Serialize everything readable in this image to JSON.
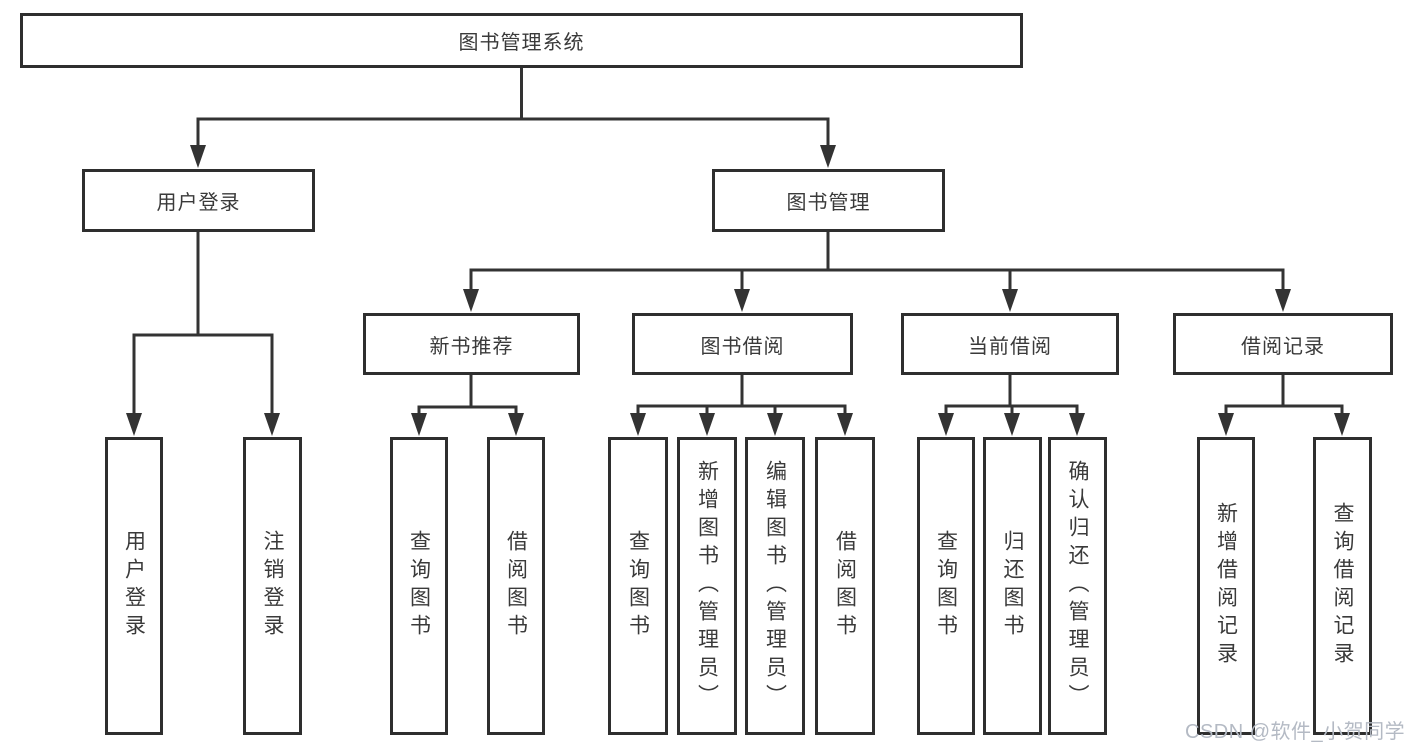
{
  "colors": {
    "line": "#333333",
    "border": "#2e2e2e",
    "text": "#3a3a3a",
    "watermark": "#b4bac4",
    "background": "#ffffff"
  },
  "diagram": {
    "root": {
      "label": "图书管理系统"
    },
    "level1": {
      "user_login": {
        "label": "用户登录"
      },
      "book_mgmt": {
        "label": "图书管理"
      }
    },
    "level2": {
      "new_book": {
        "label": "新书推荐"
      },
      "book_borrow": {
        "label": "图书借阅"
      },
      "current_borrow": {
        "label": "当前借阅"
      },
      "borrow_record": {
        "label": "借阅记录"
      }
    },
    "leaves": {
      "user_login_1": {
        "label": "用户登录"
      },
      "user_login_2": {
        "label": "注销登录"
      },
      "new_book_1": {
        "label": "查询图书"
      },
      "new_book_2": {
        "label": "借阅图书"
      },
      "book_borrow_1": {
        "label": "查询图书"
      },
      "book_borrow_2": {
        "label": "新增图书（管理员）"
      },
      "book_borrow_3": {
        "label": "编辑图书（管理员）"
      },
      "book_borrow_4": {
        "label": "借阅图书"
      },
      "current_borrow_1": {
        "label": "查询图书"
      },
      "current_borrow_2": {
        "label": "归还图书"
      },
      "current_borrow_3": {
        "label": "确认归还（管理员）"
      },
      "borrow_record_1": {
        "label": "新增借阅记录"
      },
      "borrow_record_2": {
        "label": "查询借阅记录"
      }
    }
  },
  "watermark": {
    "text": "CSDN @软件_小贺同学"
  }
}
